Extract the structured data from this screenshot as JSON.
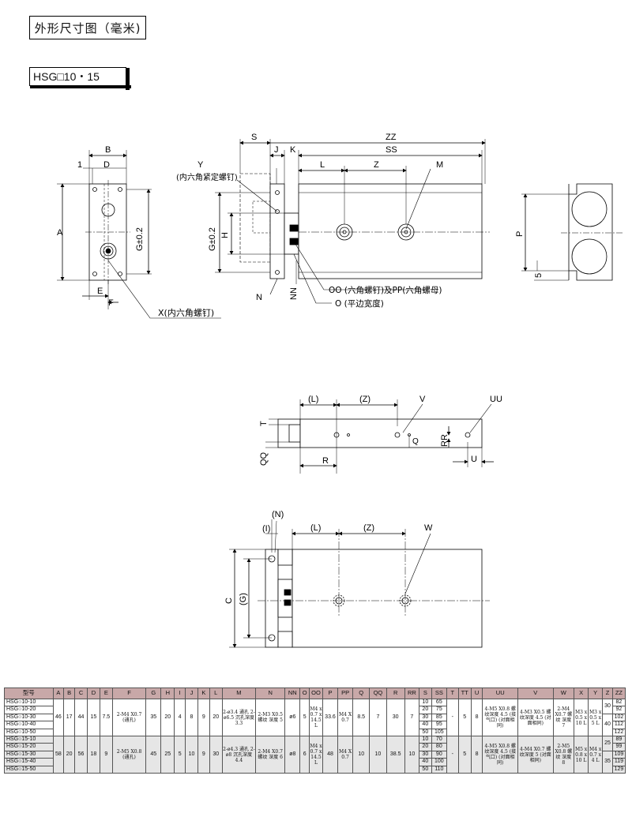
{
  "header": {
    "title": "外形尺寸图（毫米)",
    "model_label": "HSG□10・15"
  },
  "drawing_labels": {
    "front": [
      "B",
      "1",
      "D",
      "A",
      "G±0.2",
      "E",
      "F",
      "X(内六角螺钉)"
    ],
    "side_top": [
      "S",
      "ZZ",
      "J",
      "K",
      "SS",
      "L",
      "Z",
      "M",
      "Y",
      "(内六角紧定螺钉)",
      "G±0.2",
      "H",
      "N",
      "NN",
      "OO (六角螺钉)及PP(六角螺母)",
      "O (平边宽度)"
    ],
    "right": [
      "P",
      "5"
    ],
    "bottom_view": [
      "(L)",
      "(Z)",
      "V",
      "UU",
      "T",
      "Q",
      "RR",
      "QQ",
      "R",
      "U"
    ],
    "lower_view": [
      "(N)",
      "(I)",
      "(L)",
      "(Z)",
      "W",
      "C",
      "(G)"
    ]
  },
  "table": {
    "headers": [
      "型号",
      "A",
      "B",
      "C",
      "D",
      "E",
      "F",
      "G",
      "H",
      "I",
      "J",
      "K",
      "L",
      "M",
      "N",
      "NN",
      "O",
      "OO",
      "P",
      "PP",
      "Q",
      "QQ",
      "R",
      "RR",
      "S",
      "SS",
      "T",
      "TT",
      "U",
      "UU",
      "V",
      "W",
      "X",
      "Y",
      "Z",
      "ZZ"
    ],
    "group1": {
      "models": [
        "HSG○10-10",
        "HSG○10-20",
        "HSG○10-30",
        "HSG○10-40",
        "HSG○10-50"
      ],
      "A": "46",
      "B": "17",
      "C": "44",
      "D": "15",
      "E": "7.5",
      "F": "2-M4 X0.7 (通孔)",
      "G": "35",
      "H": "20",
      "I": "4",
      "J": "8",
      "K": "9",
      "L": "20",
      "M": "2-ø3.4 通孔 2-ø6.5 沉孔深度 3.3",
      "N": "2-M3 X0.5 螺纹 深度 5",
      "NN": "ø6",
      "O": "5",
      "OO": "M4 x 0.7 x 14.5 L",
      "P": "33.6",
      "PP": "M4 X 0.7",
      "Q": "8.5",
      "QQ": "7",
      "R": "30",
      "RR": "7",
      "S": [
        "10",
        "20",
        "30",
        "40",
        "50"
      ],
      "SS": [
        "65",
        "75",
        "85",
        "95",
        "105"
      ],
      "T": "-",
      "TT": "5",
      "U": "8",
      "UU": "4-M5 X0.8 螺纹深度 4.5 (接气口) (对面相同)",
      "V": "4-M3 X0.5 螺纹深度 4.5 (对面相同)",
      "W": "2-M4 X0.7 螺纹 深度 7",
      "X": "M3 x 0.5 x 10 L",
      "Y": "M3 x 0.5 x 5 L",
      "Z": [
        "30",
        "40"
      ],
      "ZZ": [
        "82",
        "92",
        "102",
        "112",
        "122"
      ]
    },
    "group2": {
      "models": [
        "HSG○15-10",
        "HSG○15-20",
        "HSG○15-30",
        "HSG○15-40",
        "HSG○15-50"
      ],
      "A": "58",
      "B": "20",
      "C": "56",
      "D": "18",
      "E": "9",
      "F": "2-M5 X0.8 (通孔)",
      "G": "45",
      "H": "25",
      "I": "5",
      "J": "10",
      "K": "9",
      "L": "30",
      "M": "2-ø4.3 通孔 2-ø8 沉孔深度 4.4",
      "N": "2-M4 X0.7 螺纹 深度 6",
      "NN": "ø8",
      "O": "6",
      "OO": "M4 x 0.7 x 14.5 L",
      "P": "48",
      "PP": "M4 X 0.7",
      "Q": "10",
      "QQ": "10",
      "R": "38.5",
      "RR": "10",
      "S": [
        "10",
        "20",
        "30",
        "40",
        "50"
      ],
      "SS": [
        "70",
        "80",
        "90",
        "100",
        "110"
      ],
      "T": "-",
      "TT": "5",
      "U": "8",
      "UU": "4-M5 X0.8 螺纹深度 4.5 (接气口) (对面相同)",
      "V": "4-M4 X0.7 螺纹深度 5 (对面相同)",
      "W": "2-M5 X0.8 螺纹 深度 8",
      "X": "M5 x 0.8 x 10 L",
      "Y": "M4 x 0.7 x 4 L",
      "Z": [
        "25",
        "35"
      ],
      "ZZ": [
        "89",
        "99",
        "109",
        "119",
        "129"
      ]
    }
  },
  "colors": {
    "header_bg": "#c8a8a8",
    "group2_bg": "#e6e6e6",
    "line": "#000000"
  }
}
